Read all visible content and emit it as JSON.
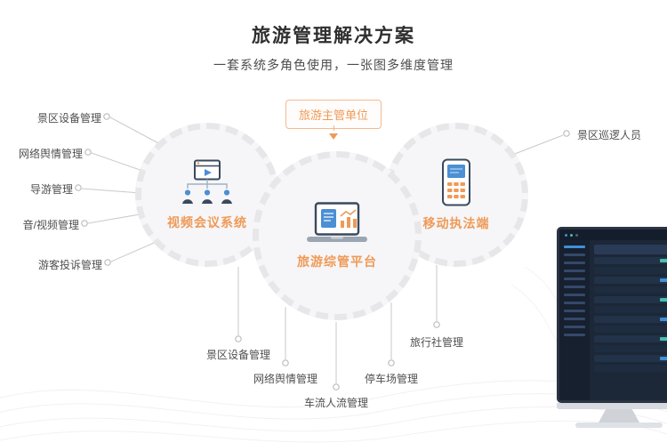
{
  "header": {
    "title": "旅游管理解决方案",
    "subtitle": "一套系统多角色使用，一张图多维度管理"
  },
  "authority": {
    "label": "旅游主管单位"
  },
  "circles": [
    {
      "label": "视频会议系统",
      "icon": "video-conference-icon"
    },
    {
      "label": "旅游综管平台",
      "icon": "laptop-analytics-icon"
    },
    {
      "label": "移动执法端",
      "icon": "mobile-enforcement-icon"
    }
  ],
  "left_items": [
    "景区设备管理",
    "网络舆情管理",
    "导游管理",
    "音/视频管理",
    "游客投诉管理"
  ],
  "right_items": [
    "景区巡逻人员"
  ],
  "bottom_items": [
    "景区设备管理",
    "网络舆情管理",
    "车流人流管理",
    "停车场管理",
    "旅行社管理"
  ],
  "colors": {
    "accent_orange": "#ef9a57",
    "icon_blue": "#4b8fd4",
    "icon_dark": "#3a495e",
    "text_dark": "#2f2f2f",
    "text_gray": "#4f4f4f",
    "line_gray": "#c9c9c9",
    "circle_fill": "#f6f6f8",
    "circle_ring": "#e7e7ea"
  }
}
